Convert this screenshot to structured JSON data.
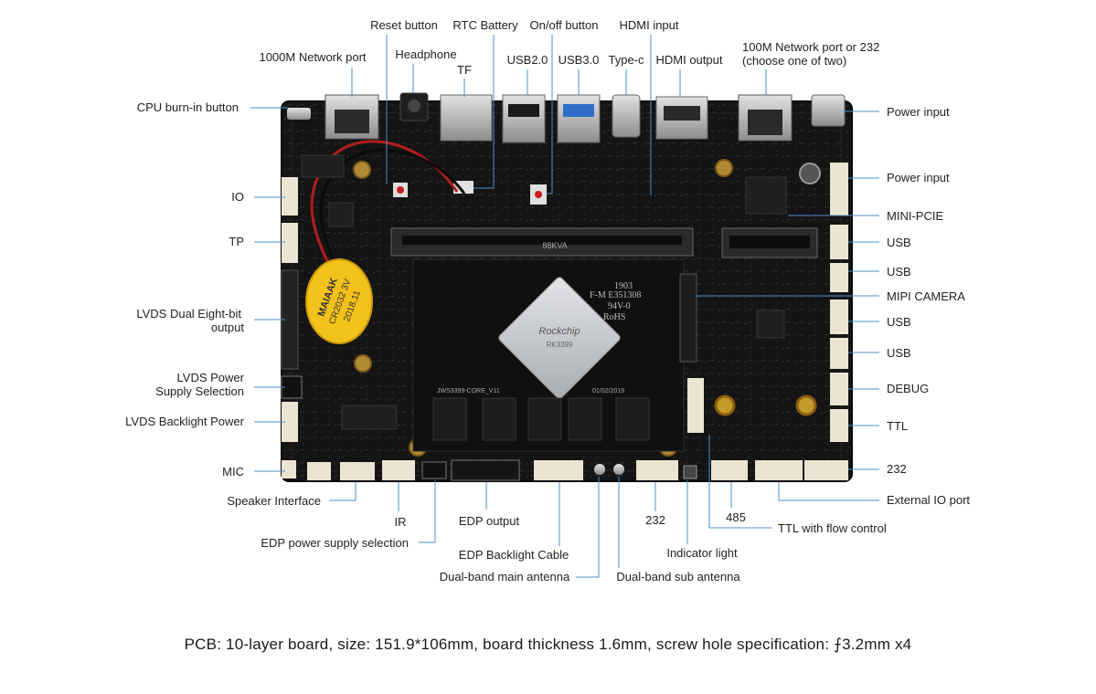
{
  "labels": {
    "top": {
      "reset_button": "Reset button",
      "rtc_battery": "RTC Battery",
      "onoff_button": "On/off button",
      "hdmi_input": "HDMI input",
      "headphone": "Headphone",
      "network_1000m": "1000M Network port",
      "tf": "TF",
      "usb20": "USB2.0",
      "usb30": "USB3.0",
      "typec": "Type-c",
      "hdmi_output": "HDMI output",
      "network_100m_line1": "100M Network port or 232",
      "network_100m_line2": "(choose one of two)"
    },
    "left": {
      "cpu_burn_in": "CPU burn-in button",
      "io": "IO",
      "tp": "TP",
      "lvds_dual_line1": "LVDS Dual Eight-bit",
      "lvds_dual_line2": "output",
      "lvds_power_line1": "LVDS Power",
      "lvds_power_line2": "Supply Selection",
      "lvds_backlight": "LVDS Backlight Power",
      "mic": "MIC"
    },
    "right": {
      "power_input_1": "Power input",
      "power_input_2": "Power input",
      "mini_pcie": "MINI-PCIE",
      "usb_1": "USB",
      "usb_2": "USB",
      "mipi_camera": "MIPI CAMERA",
      "usb_3": "USB",
      "usb_4": "USB",
      "debug": "DEBUG",
      "ttl": "TTL",
      "rs232": "232",
      "external_io": "External IO port"
    },
    "bottom": {
      "speaker": "Speaker Interface",
      "ir": "IR",
      "edp_power": "EDP power supply selection",
      "edp_output": "EDP output",
      "edp_backlight": "EDP Backlight Cable",
      "dual_band_main": "Dual-band main antenna",
      "rs232": "232",
      "indicator": "Indicator light",
      "dual_band_sub": "Dual-band sub antenna",
      "rs485": "485",
      "ttl_flow": "TTL with flow control"
    }
  },
  "board_markings": {
    "chip_brand": "Rockchip",
    "chip_model": "RK3399",
    "core_label": "JWS3399-CORE_V11",
    "date": "01/02/2019",
    "battery_brand": "MAIAAK",
    "battery_model": "CR2032 3V",
    "battery_date": "2018.11",
    "socket_mark": "88KVA",
    "cert_line1": "F-M E351308",
    "cert_line2": "94V-0",
    "cert_line3": "RoHS",
    "code_1903": "1903"
  },
  "caption": "PCB: 10-layer board, size: 151.9*106mm, board thickness 1.6mm, screw hole specification: ⨍3.2mm x4",
  "colors": {
    "pcb": "#161616",
    "leader_line": "#4a8fd0",
    "connector": "#ece4d2",
    "gold": "#b28a35",
    "battery": "#f2c11b",
    "usb3_blue": "#2f6fc9",
    "chip": "#c9cbcd"
  }
}
